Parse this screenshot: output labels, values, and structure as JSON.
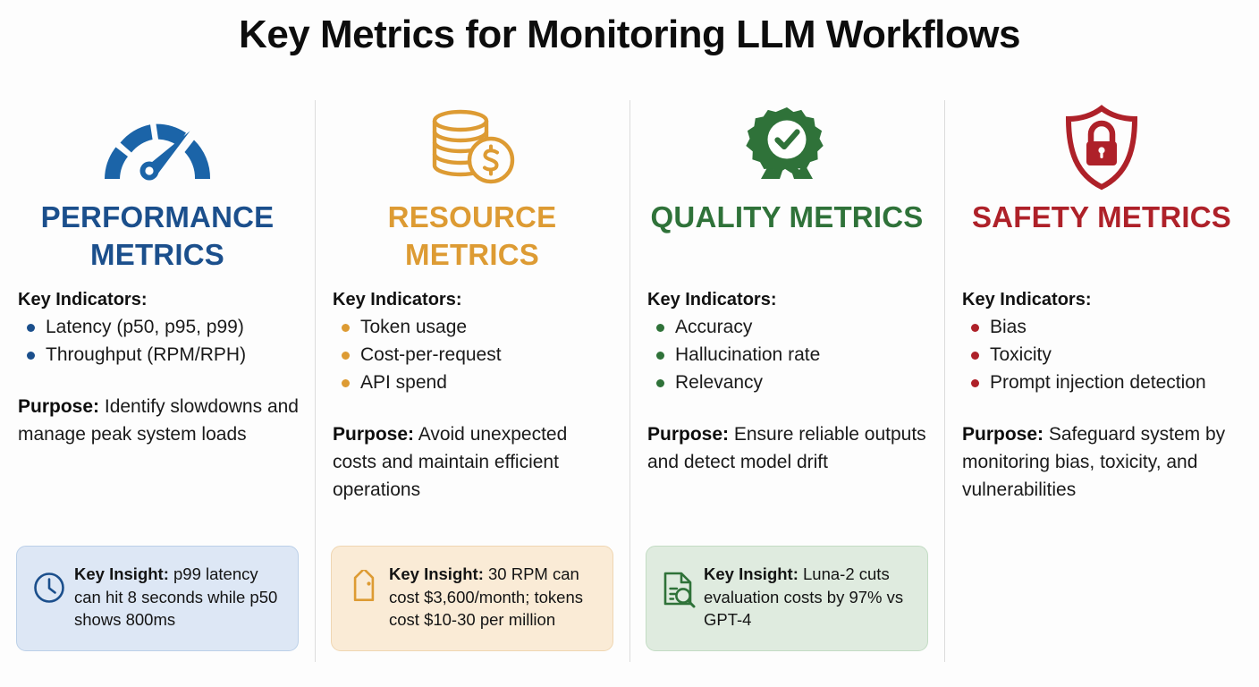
{
  "title": "Key Metrics for Monitoring LLM Workflows",
  "labels": {
    "key_indicators": "Key Indicators:",
    "purpose_label": "Purpose:",
    "insight_label": "Key Insight:"
  },
  "colors": {
    "performance": "#1b4f8c",
    "resource": "#dd9b33",
    "quality": "#2f7239",
    "safety": "#ae2129",
    "insight_blue_bg": "#dde7f5",
    "insight_orange_bg": "#faebd6",
    "insight_green_bg": "#dfebdf",
    "title_text": "#0d0d0d",
    "divider": "#dcdcdc"
  },
  "columns": [
    {
      "id": "performance",
      "icon": "speedometer-gauge-icon",
      "heading": "PERFORMANCE METRICS",
      "indicators": [
        "Latency (p50, p95, p99)",
        "Throughput (RPM/RPH)"
      ],
      "purpose": "Identify slowdowns and manage peak system loads",
      "insight": {
        "icon": "clock-icon",
        "text": "p99 latency can hit 8 seconds while p50 shows 800ms"
      }
    },
    {
      "id": "resource",
      "icon": "coin-stack-dollar-icon",
      "heading": "RESOURCE METRICS",
      "indicators": [
        "Token usage",
        "Cost-per-request",
        "API spend"
      ],
      "purpose": "Avoid unexpected costs and maintain efficient operations",
      "insight": {
        "icon": "price-tag-icon",
        "text": "30 RPM can cost $3,600/month; tokens cost $10-30 per million"
      }
    },
    {
      "id": "quality",
      "icon": "award-ribbon-check-icon",
      "heading": "QUALITY METRICS",
      "indicators": [
        "Accuracy",
        "Hallucination rate",
        "Relevancy"
      ],
      "purpose": "Ensure reliable outputs and detect model drift",
      "insight": {
        "icon": "document-magnifier-icon",
        "text": "Luna-2 cuts evaluation costs by 97% vs GPT-4"
      }
    },
    {
      "id": "safety",
      "icon": "shield-lock-icon",
      "heading": "SAFETY METRICS",
      "indicators": [
        "Bias",
        "Toxicity",
        "Prompt injection detection"
      ],
      "purpose": "Safeguard system by monitoring bias, toxicity, and vulnerabilities",
      "insight": null
    }
  ]
}
